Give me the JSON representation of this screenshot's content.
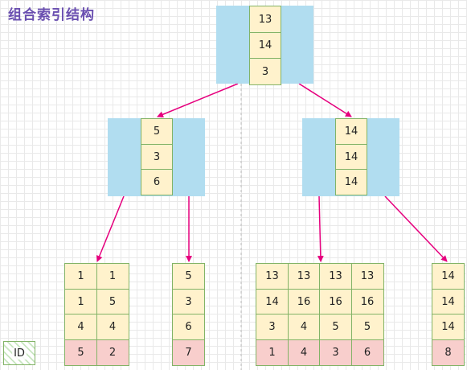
{
  "title": "组合索引结构",
  "root": {
    "keys": [
      "13",
      "14",
      "3"
    ]
  },
  "internal": [
    {
      "keys": [
        "5",
        "3",
        "6"
      ]
    },
    {
      "keys": [
        "14",
        "14",
        "14"
      ]
    }
  ],
  "leaves": [
    {
      "columns": [
        {
          "keys": [
            "1",
            "1",
            "4"
          ],
          "id": "5"
        },
        {
          "keys": [
            "1",
            "5",
            "4"
          ],
          "id": "2"
        }
      ]
    },
    {
      "columns": [
        {
          "keys": [
            "5",
            "3",
            "6"
          ],
          "id": "7"
        }
      ]
    },
    {
      "columns": [
        {
          "keys": [
            "13",
            "14",
            "3"
          ],
          "id": "1"
        },
        {
          "keys": [
            "13",
            "16",
            "4"
          ],
          "id": "4"
        },
        {
          "keys": [
            "13",
            "16",
            "5"
          ],
          "id": "3"
        },
        {
          "keys": [
            "13",
            "16",
            "5"
          ],
          "id": "6"
        }
      ]
    },
    {
      "columns": [
        {
          "keys": [
            "14",
            "14",
            "14"
          ],
          "id": "8"
        }
      ]
    }
  ],
  "legend": {
    "label": "ID"
  },
  "colors": {
    "node_fill": "#b1ddf0",
    "key_fill": "#fff2cc",
    "id_fill": "#f8cecc",
    "cell_border": "#82b366",
    "arrow": "#e6007e",
    "title": "#6a4fb0"
  }
}
